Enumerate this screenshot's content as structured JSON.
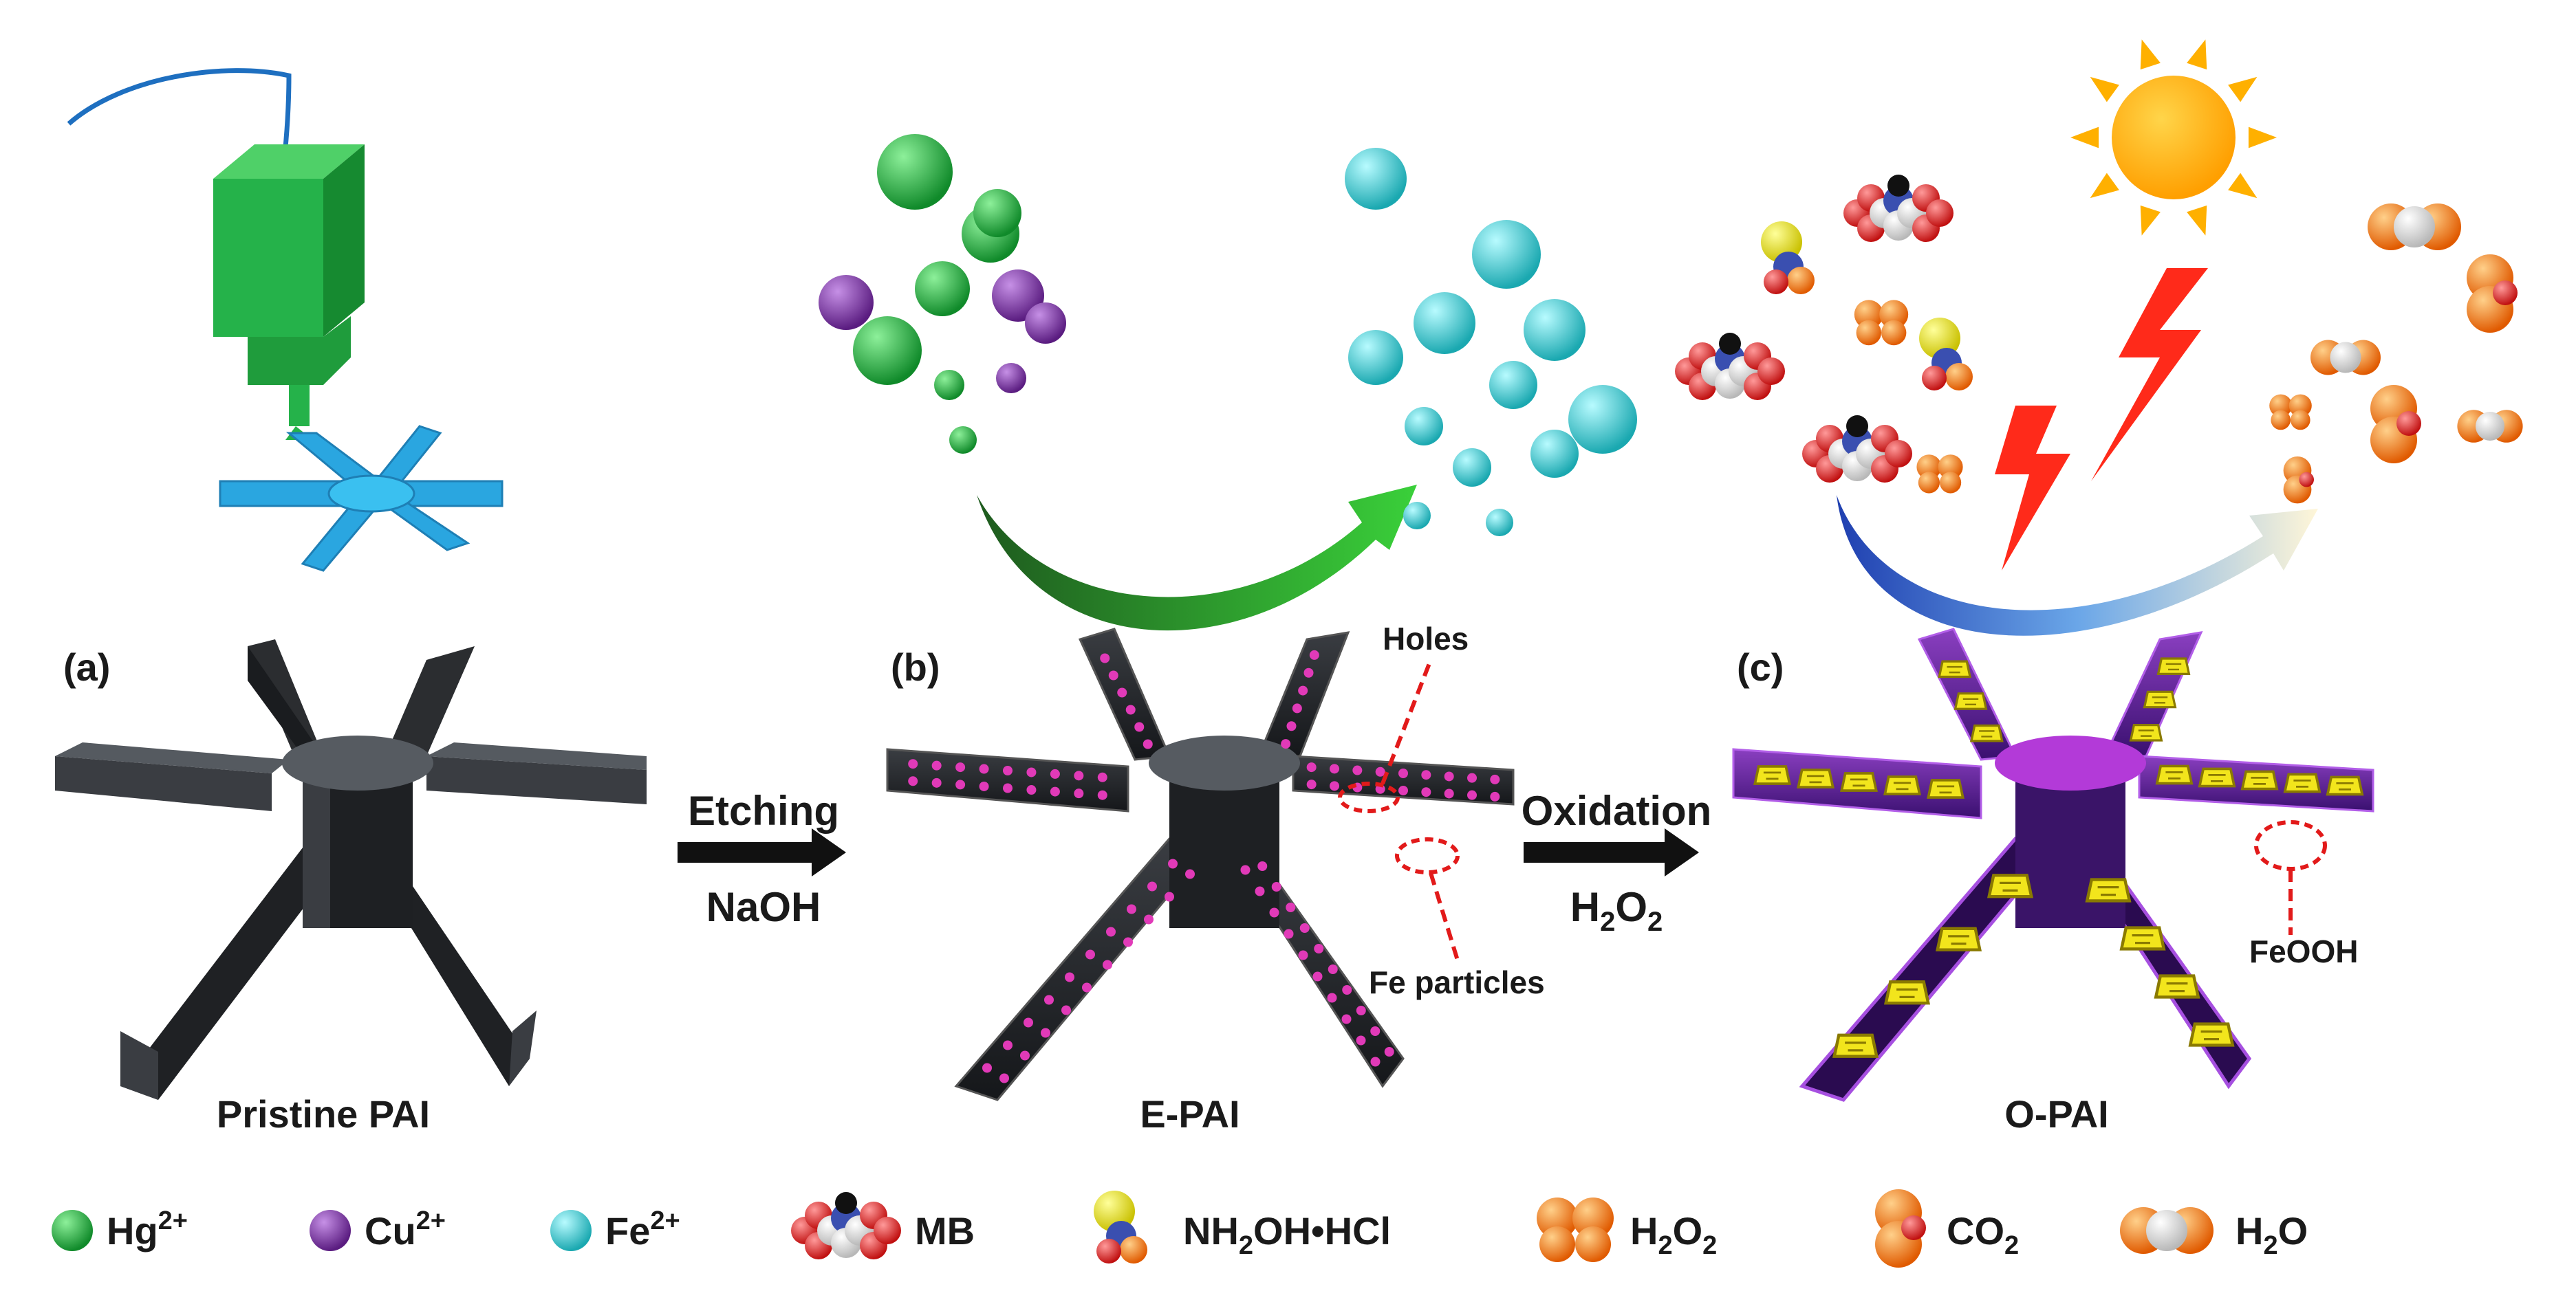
{
  "panels": {
    "a": {
      "tag": "(a)",
      "caption": "Pristine PAI"
    },
    "b": {
      "tag": "(b)",
      "caption": "E-PAI",
      "holes_label": "Holes",
      "fe_label": "Fe particles"
    },
    "c": {
      "tag": "(c)",
      "caption": "O-PAI",
      "feooh_label": "FeOOH"
    }
  },
  "steps": {
    "etching": {
      "title": "Etching",
      "reagent": "NaOH"
    },
    "oxidation": {
      "title": "Oxidation",
      "reagent_main": "H",
      "reagent_sub1": "2",
      "reagent_o": "O",
      "reagent_sub2": "2"
    }
  },
  "legend": {
    "hg": {
      "base": "Hg",
      "sup": "2+"
    },
    "cu": {
      "base": "Cu",
      "sup": "2+"
    },
    "fe": {
      "base": "Fe",
      "sup": "2+"
    },
    "mb": {
      "text": "MB"
    },
    "nh2oh": {
      "p1": "NH",
      "s1": "2",
      "p2": "OH•HCl"
    },
    "h2o2": {
      "p1": "H",
      "s1": "2",
      "p2": "O",
      "s2": "2"
    },
    "co2": {
      "p1": "CO",
      "s1": "2"
    },
    "h2o": {
      "p1": "H",
      "s1": "2",
      "p2": "O"
    }
  },
  "colors": {
    "hg": "#1fa63a",
    "cu": "#7b2f9e",
    "fe": "#33c9cf",
    "pai": "#2b2d30",
    "fe_particle": "#e13ab8",
    "opai": "#7a2fb0",
    "feooh": "#f2e51c",
    "sun": "#ffb000",
    "bolt": "#ff2a1a",
    "oxygen": "#f07800",
    "hydrogen": "#e8e8e8",
    "print_head": "#25b24a",
    "printed": "#2aa6e0"
  }
}
